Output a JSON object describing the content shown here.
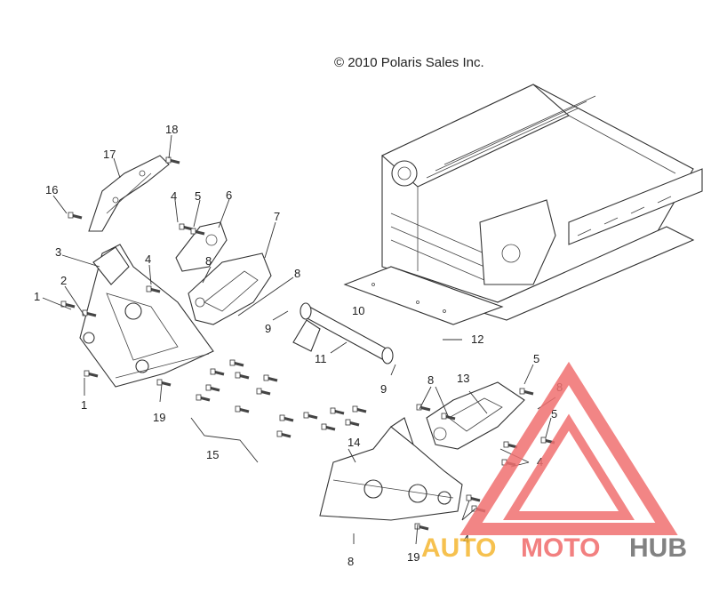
{
  "copyright": "© 2010 Polaris Sales Inc.",
  "callouts": [
    {
      "id": "c1a",
      "text": "1"
    },
    {
      "id": "c1b",
      "text": "1"
    },
    {
      "id": "c2",
      "text": "2"
    },
    {
      "id": "c3",
      "text": "3"
    },
    {
      "id": "c4a",
      "text": "4"
    },
    {
      "id": "c4b",
      "text": "4"
    },
    {
      "id": "c4c",
      "text": "4"
    },
    {
      "id": "c4d",
      "text": "4"
    },
    {
      "id": "c5a",
      "text": "5"
    },
    {
      "id": "c5b",
      "text": "5"
    },
    {
      "id": "c5c",
      "text": "5"
    },
    {
      "id": "c6",
      "text": "6"
    },
    {
      "id": "c7",
      "text": "7"
    },
    {
      "id": "c8a",
      "text": "8"
    },
    {
      "id": "c8b",
      "text": "8"
    },
    {
      "id": "c8c",
      "text": "8"
    },
    {
      "id": "c8d",
      "text": "8"
    },
    {
      "id": "c8e",
      "text": "8"
    },
    {
      "id": "c9a",
      "text": "9"
    },
    {
      "id": "c9b",
      "text": "9"
    },
    {
      "id": "c10",
      "text": "10"
    },
    {
      "id": "c11",
      "text": "11"
    },
    {
      "id": "c12",
      "text": "12"
    },
    {
      "id": "c13",
      "text": "13"
    },
    {
      "id": "c14",
      "text": "14"
    },
    {
      "id": "c15",
      "text": "15"
    },
    {
      "id": "c16",
      "text": "16"
    },
    {
      "id": "c17",
      "text": "17"
    },
    {
      "id": "c18",
      "text": "18"
    },
    {
      "id": "c19a",
      "text": "19"
    },
    {
      "id": "c19b",
      "text": "19"
    }
  ],
  "watermark": {
    "word1": "AUTO",
    "word2": "MOTO",
    "word3": "HUB",
    "colors": {
      "auto": "#f5b731",
      "moto": "#f06b6b",
      "hub": "#6d6d6d",
      "triangle": "#f07070"
    }
  }
}
